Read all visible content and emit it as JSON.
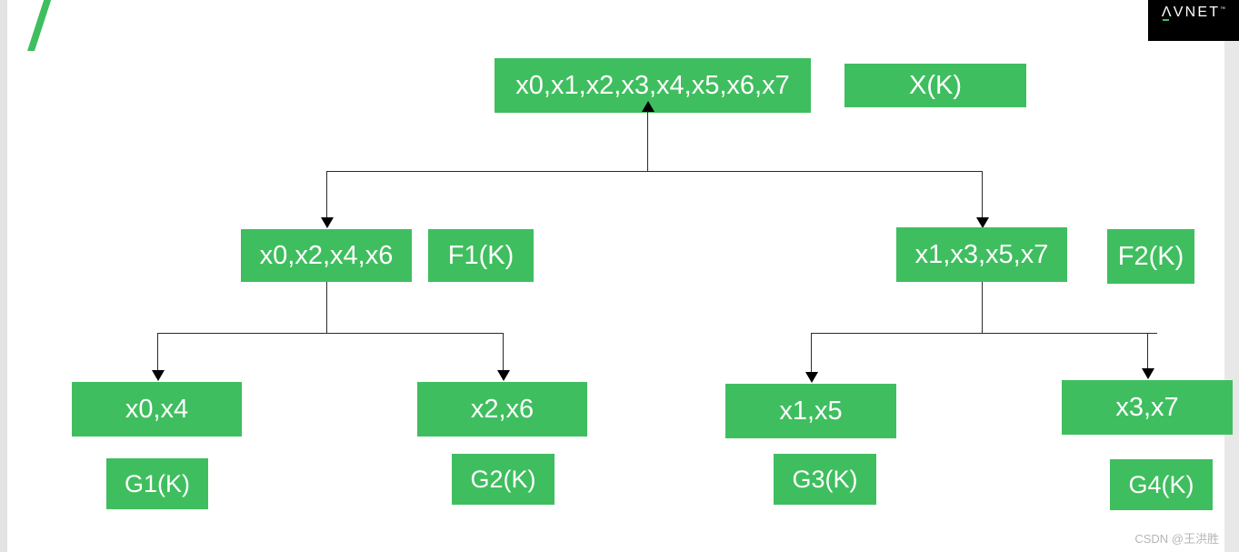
{
  "logo": {
    "name": "avnet-logo",
    "wordmark": "ΛVNET",
    "trademark": "™"
  },
  "diagram": {
    "title": "FFT decimation-in-time decomposition tree",
    "accent_color": "#3fbe5f",
    "line_color": "#2b2b2b",
    "text_color": "#ffffff",
    "nodes": [
      {
        "id": "root",
        "label": "x0,x1,x2,x3,x4,x5,x6,x7"
      },
      {
        "id": "even",
        "label": "x0,x2,x4,x6"
      },
      {
        "id": "odd",
        "label": "x1,x3,x5,x7"
      },
      {
        "id": "g1",
        "label": "x0,x4"
      },
      {
        "id": "g2",
        "label": "x2,x6"
      },
      {
        "id": "g3",
        "label": "x1,x5"
      },
      {
        "id": "g4",
        "label": "x3,x7"
      }
    ],
    "tags": [
      {
        "id": "xk",
        "label": "X(K)"
      },
      {
        "id": "f1k",
        "label": "F1(K)"
      },
      {
        "id": "f2k",
        "label": "F2(K)"
      },
      {
        "id": "g1k",
        "label": "G1(K)"
      },
      {
        "id": "g2k",
        "label": "G2(K)"
      },
      {
        "id": "g3k",
        "label": "G3(K)"
      },
      {
        "id": "g4k",
        "label": "G4(K)"
      }
    ]
  },
  "watermark": {
    "text": "CSDN @王洪胜"
  }
}
